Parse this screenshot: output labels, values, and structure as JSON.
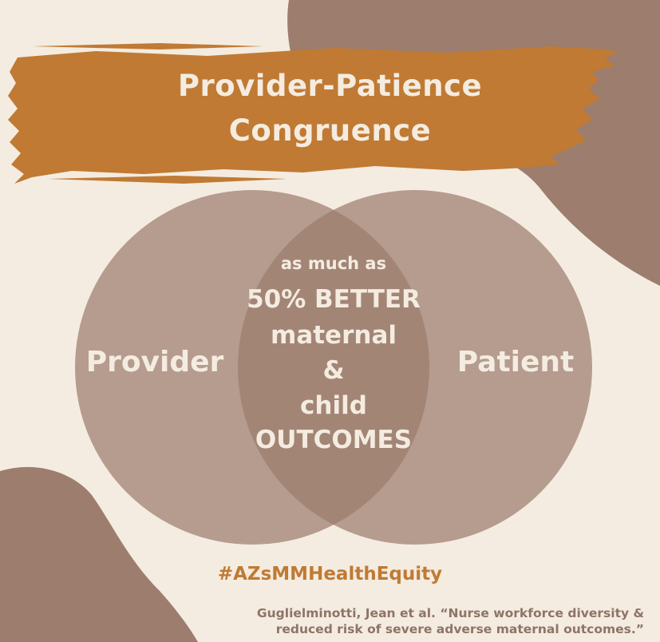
{
  "title": {
    "line1": "Provider-Patience",
    "line2": "Congruence"
  },
  "venn": {
    "left_label": "Provider",
    "right_label": "Patient",
    "overlap_lines": [
      "as much as",
      "50% BETTER",
      "maternal",
      "&",
      "child",
      "OUTCOMES"
    ]
  },
  "hashtag": "#AZsMMHealthEquity",
  "citation": {
    "line1": "Guglielminotti, Jean et al. “Nurse workforce diversity &",
    "line2": "reduced risk of severe adverse maternal outcomes.”"
  },
  "colors": {
    "background": "#f4ece0",
    "accent_orange": "#c07a34",
    "blob_brown": "#9c7d6e",
    "circle_fill": "#a9917f",
    "text_light": "#f4ece0",
    "citation_text": "#8e7467"
  }
}
